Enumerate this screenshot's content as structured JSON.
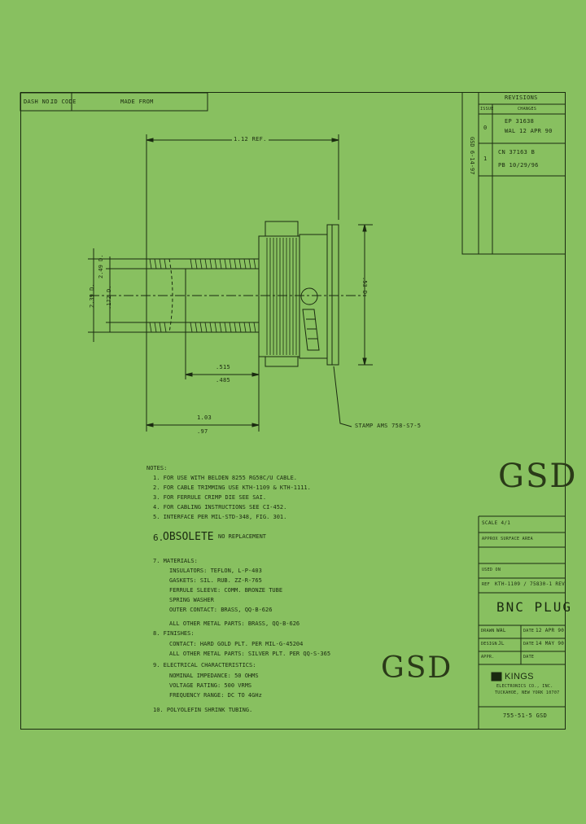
{
  "header": {
    "dash_no": "DASH NO.",
    "id_code": "ID CODE",
    "made_from": "MADE FROM"
  },
  "revisions": {
    "title": "REVISIONS",
    "col1": "ISSUE",
    "col2": "CHANGES",
    "rows": [
      {
        "issue": "0",
        "line1": "EP 31638",
        "line2": "WAL 12 APR 90"
      },
      {
        "issue": "1",
        "line1": "CN 37163 B",
        "line2": "PB 10/29/96"
      }
    ],
    "vertical_text": "GSD 6-14-97"
  },
  "dimensions": {
    "overall": "1.12 REF.",
    "dia_a1": "2.49 D.",
    "dia_a2": "2.39 D.",
    "dia_b": ".172 D.",
    "body_dia": ".53 D.",
    "inner_len1": ".515",
    "inner_len2": ".485",
    "len1": "1.03",
    "len2": ".97",
    "stamp": "STAMP AMS 758-S7-5"
  },
  "notes": {
    "title": "NOTES:",
    "lines": [
      "1. FOR USE WITH BELDEN 8255 RG58C/U CABLE.",
      "2. FOR CABLE TRIMMING USE KTH-1109 & KTH-1111.",
      "3. FOR FERRULE CRIMP DIE SEE SAI.",
      "4. FOR CABLING INSTRUCTIONS SEE CI-452.",
      "5. INTERFACE PER MIL-STD-348, FIG. 301."
    ],
    "obsolete_num": "6.",
    "obsolete": "OBSOLETE",
    "no_replacement": "NO REPLACEMENT",
    "materials_title": "7. MATERIALS:",
    "materials": [
      "INSULATORS: TEFLON, L-P-403",
      "GASKETS: SIL. RUB. ZZ-R-765",
      "FERRULE SLEEVE: COMM. BRONZE TUBE",
      "SPRING WASHER",
      "OUTER CONTACT: BRASS, QQ-B-626",
      "ALL OTHER METAL PARTS: BRASS, QQ-B-626"
    ],
    "finishes_title": "8. FINISHES:",
    "finishes": [
      "CONTACT: HARD GOLD PLT. PER MIL-G-45204",
      "ALL OTHER METAL PARTS: SILVER PLT. PER QQ-S-365"
    ],
    "electrical_title": "9. ELECTRICAL CHARACTERISTICS:",
    "electrical": [
      "NOMINAL IMPEDANCE: 50 OHMS",
      "VOLTAGE RATING: 500 VRMS",
      "FREQUENCY RANGE: DC TO 4GHz"
    ],
    "note10": "10. POLYOLEFIN SHRINK TUBING."
  },
  "title_block": {
    "gsd_stamp": "GSD",
    "gsd_stamp2": "GSD",
    "scale": "SCALE 4/1",
    "approx_surface": "APPROX SURFACE AREA",
    "used_on": "USED ON",
    "ref": "REF",
    "ref_text": "KTH-1109 / 75830-1 REV",
    "part_title": "BNC PLUG",
    "drawn": "DRAWN",
    "drawn_by": "WAL",
    "drawn_date_label": "DATE",
    "drawn_date": "12 APR 90",
    "design": "DESIGN",
    "design_by": "JL",
    "design_date_label": "DATE",
    "design_date": "14 MAY 90",
    "approved": "APPR.",
    "approved_date_label": "DATE",
    "company": "KINGS",
    "company_line1": "ELECTRONICS CO., INC.",
    "company_line2": "TUCKAHOE, NEW YORK 10707",
    "dwg_no": "755-51-5 GSD"
  }
}
